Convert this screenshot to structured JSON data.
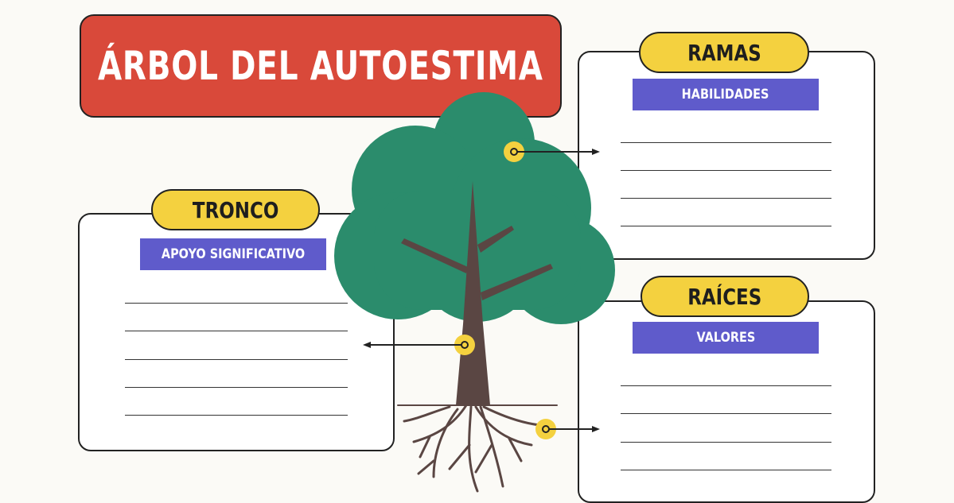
{
  "title": "ÁRBOL DEL AUTOESTIMA",
  "sections": {
    "ramas": {
      "label": "RAMAS",
      "subtitle": "HABILIDADES"
    },
    "tronco": {
      "label": "TRONCO",
      "subtitle": "APOYO SIGNIFICATIVO"
    },
    "raices": {
      "label": "RAÍCES",
      "subtitle": "VALORES"
    }
  },
  "colors": {
    "title_bg": "#d9493a",
    "pill_bg": "#f4d13f",
    "band_bg": "#5f5bcb",
    "foliage": "#2b8c6c",
    "trunk": "#5a4643",
    "page_bg": "#fbfaf6"
  }
}
